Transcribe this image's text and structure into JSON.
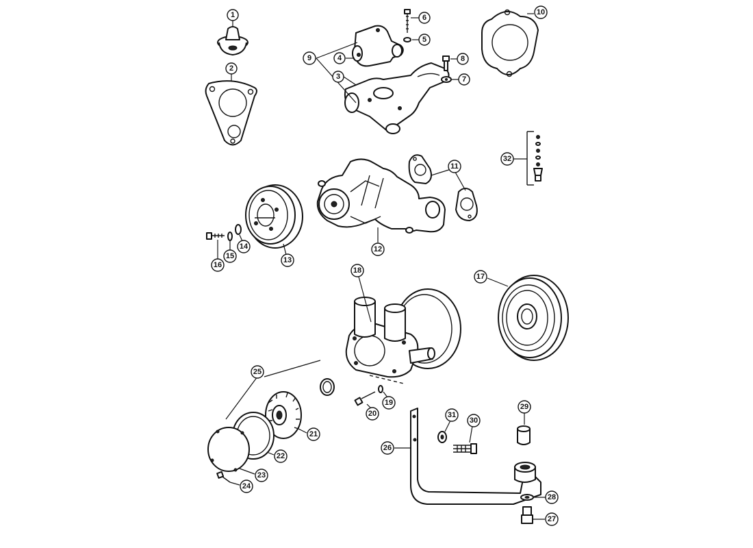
{
  "callouts": {
    "c1": "1",
    "c2": "2",
    "c3": "3",
    "c4": "4",
    "c5": "5",
    "c6": "6",
    "c7": "7",
    "c8": "8",
    "c9": "9",
    "c10": "10",
    "c11": "11",
    "c12": "12",
    "c13": "13",
    "c14": "14",
    "c15": "15",
    "c16": "16",
    "c17": "17",
    "c18": "18",
    "c19": "19",
    "c20": "20",
    "c21": "21",
    "c22": "22",
    "c23": "23",
    "c24": "24",
    "c25": "25",
    "c26": "26",
    "c27": "27",
    "c28": "28",
    "c29": "29",
    "c30": "30",
    "c31": "31",
    "c32": "32"
  },
  "style": {
    "line_color": "#111111",
    "background": "#ffffff"
  }
}
